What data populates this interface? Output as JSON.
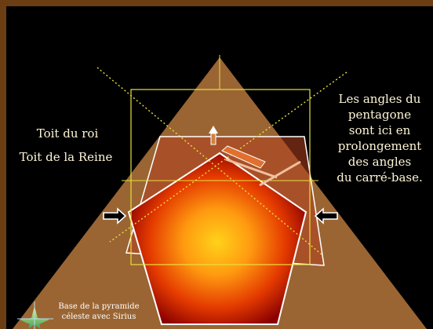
{
  "labels": {
    "toit_roi": "Toit du roi",
    "toit_reine": "Toit de la Reine",
    "right_note": [
      "Les angles du",
      "pentagone",
      "sont ici en",
      "prolongement",
      "des angles",
      "du carré-base."
    ],
    "base_caption": [
      "Base de la pyramide",
      "céleste avec Sirius"
    ]
  },
  "colors": {
    "frame": "#6a3e12",
    "background": "#000000",
    "pyramid": "#9a6533",
    "outline_yellow": "#e8e040",
    "pentagon_outline": "#ffffff",
    "pentagon_center": "#ffd21a",
    "pentagon_edge": "#8a0000",
    "text": "#fff5d6"
  },
  "icons": [
    "left-arrow-icon",
    "right-arrow-icon",
    "up-arrow-icon",
    "sirius-star-icon"
  ]
}
